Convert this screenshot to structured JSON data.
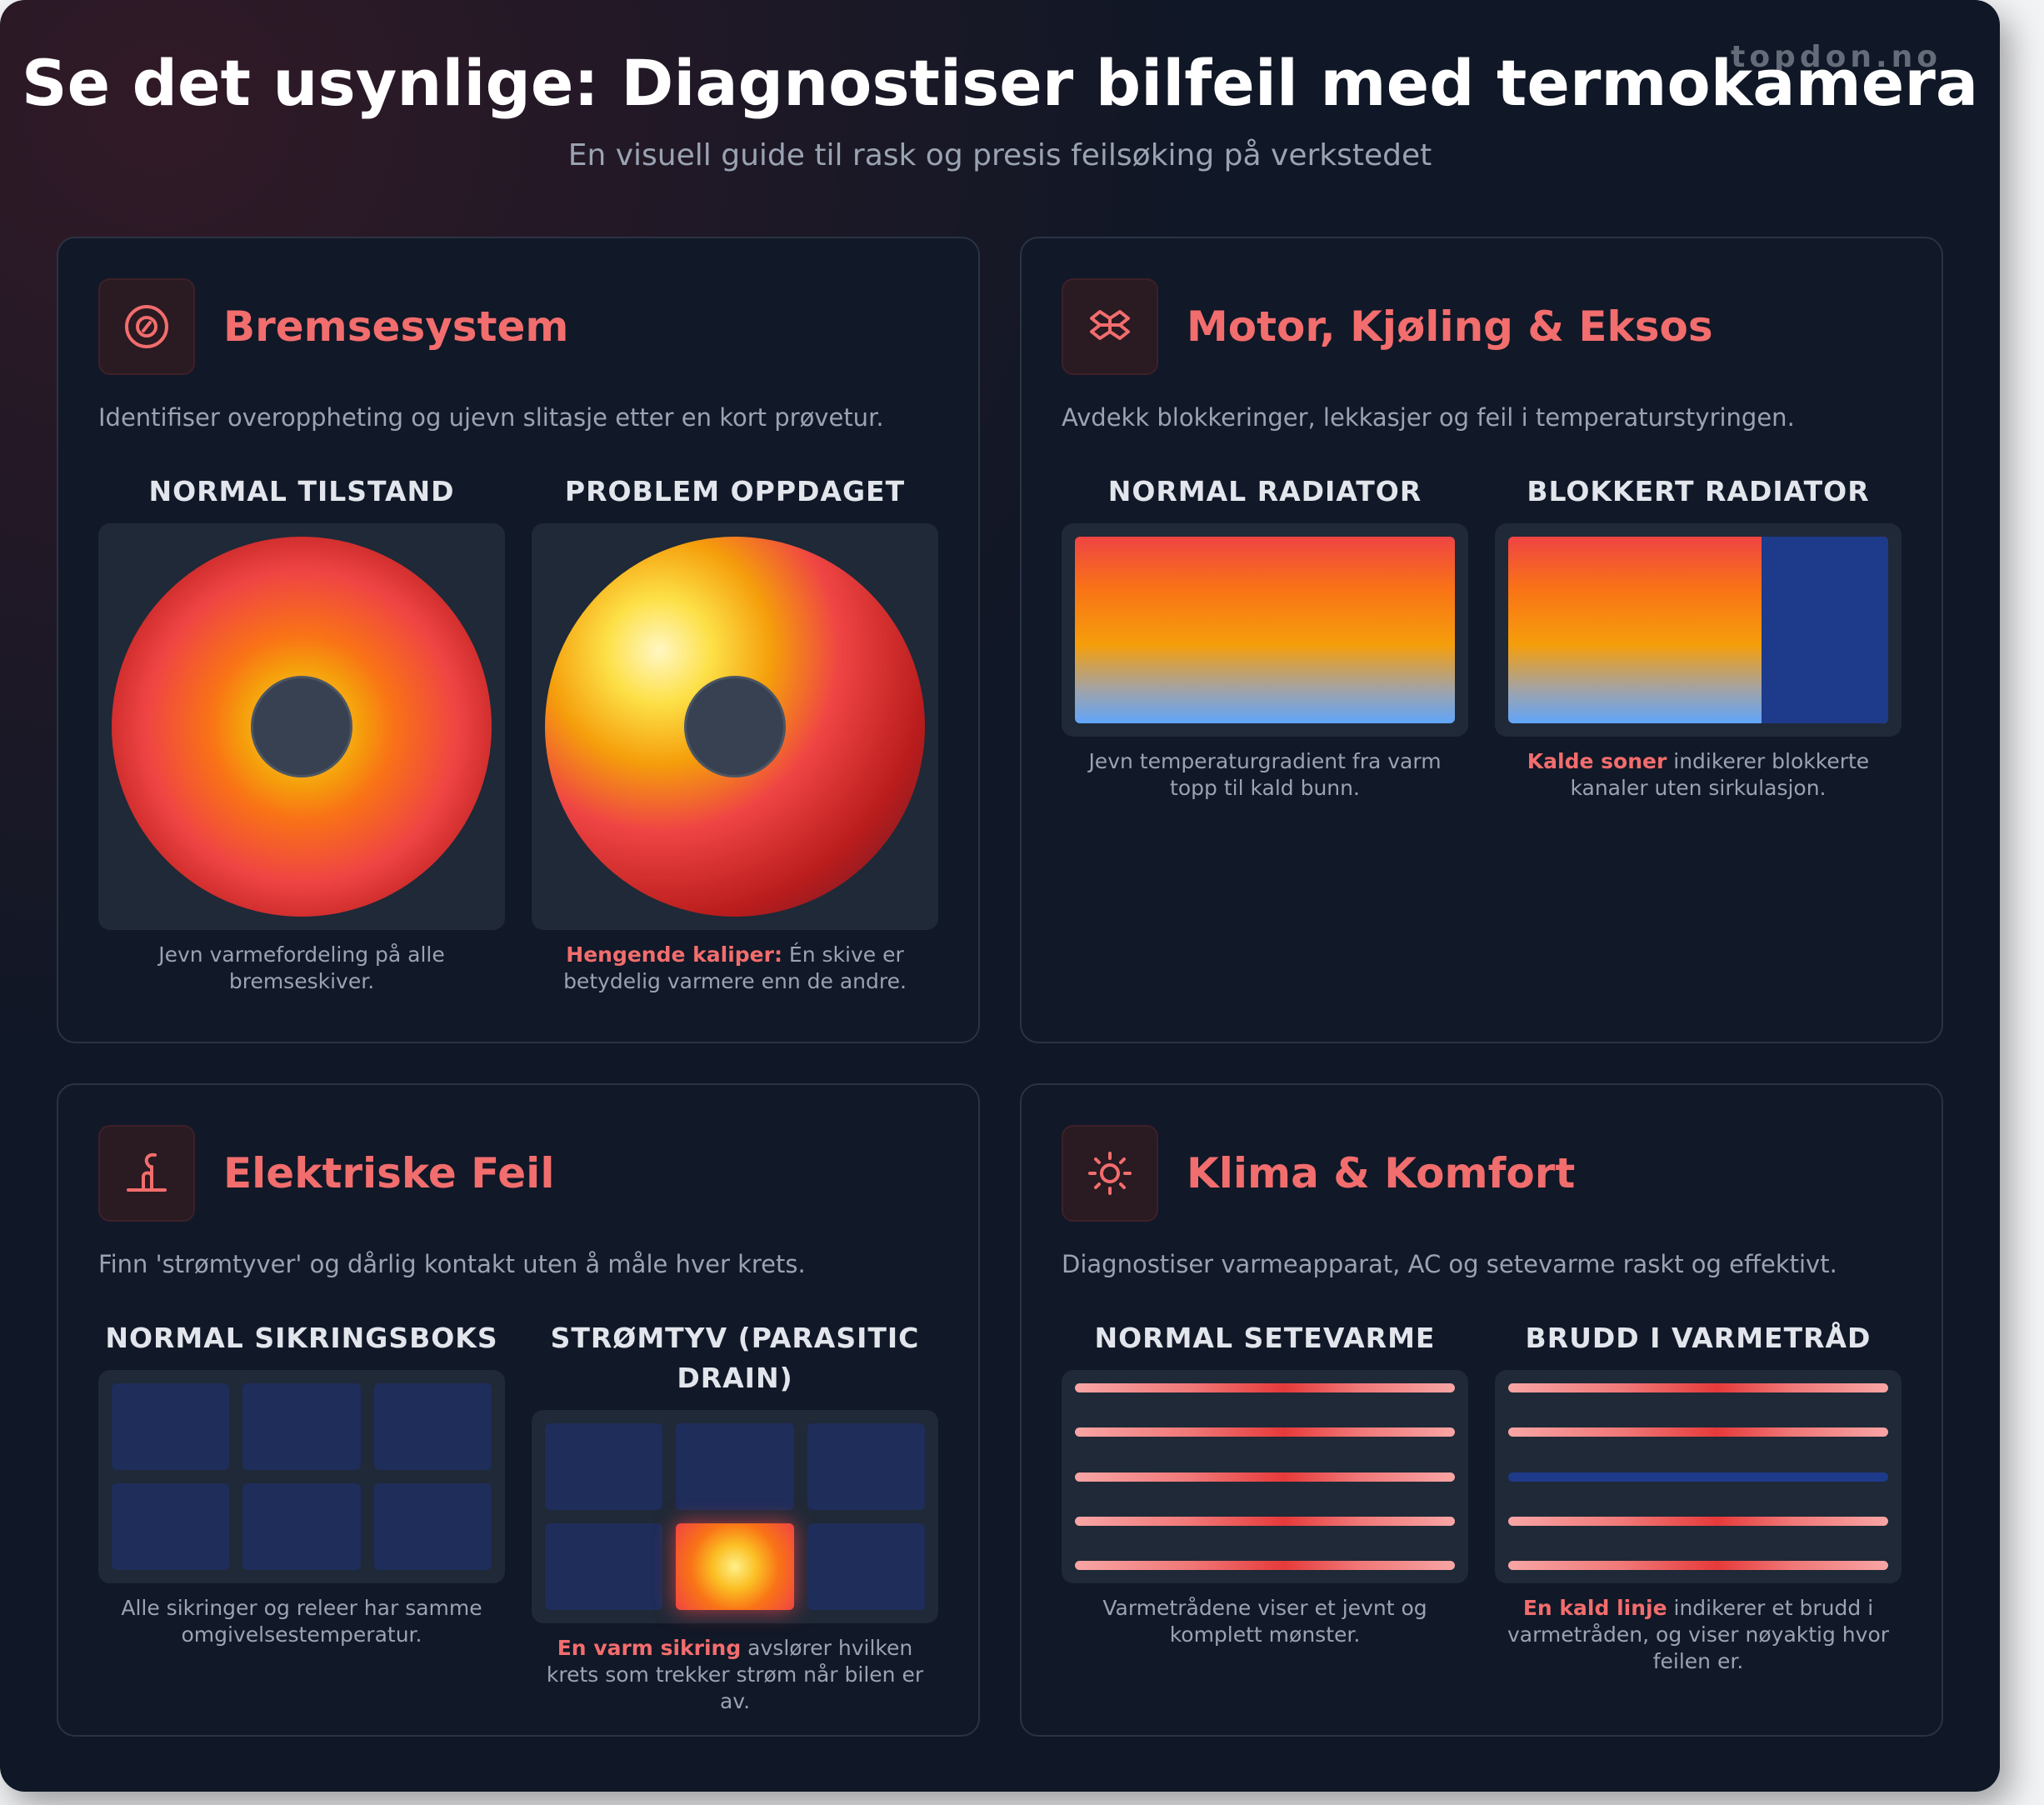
{
  "header": {
    "title": "Se det usynlige: Diagnostiser bilfeil med termokamera",
    "subtitle": "En visuell guide til rask og presis feilsøking på verkstedet",
    "watermark": "topdon.no"
  },
  "colors": {
    "accent": "#f26d6d",
    "background": "#101726",
    "panel": "#1f2937",
    "cold": "#1e3a8a"
  },
  "cards": {
    "brakes": {
      "icon": "brake-disc-icon",
      "title": "Bremsesystem",
      "description": "Identifiser overoppheting og ujevn slitasje etter en kort prøvetur.",
      "normal": {
        "label": "NORMAL TILSTAND",
        "caption": "Jevn varmefordeling på alle bremseskiver."
      },
      "problem": {
        "label": "PROBLEM OPPDAGET",
        "caption_highlight": "Hengende kaliper:",
        "caption_rest": " Én skive er betydelig varmere enn de andre."
      }
    },
    "engine": {
      "icon": "engine-icon",
      "title": "Motor, Kjøling & Eksos",
      "description": "Avdekk blokkeringer, lekkasjer og feil i temperaturstyringen.",
      "normal": {
        "label": "NORMAL RADIATOR",
        "caption": "Jevn temperaturgradient fra varm topp til kald bunn."
      },
      "problem": {
        "label": "BLOKKERT RADIATOR",
        "caption_highlight": "Kalde soner",
        "caption_rest": " indikerer blokkerte kanaler uten sirkulasjon."
      }
    },
    "electrical": {
      "icon": "plug-icon",
      "title": "Elektriske Feil",
      "description": "Finn 'strømtyver' og dårlig kontakt uten å måle hver krets.",
      "normal": {
        "label": "NORMAL SIKRINGSBOKS",
        "caption": "Alle sikringer og releer har samme omgivelsestemperatur."
      },
      "problem": {
        "label": "STRØMTYV (PARASITIC DRAIN)",
        "caption_highlight": "En varm sikring",
        "caption_rest": " avslører hvilken krets som trekker strøm når bilen er av."
      }
    },
    "climate": {
      "icon": "sun-icon",
      "title": "Klima & Komfort",
      "description": "Diagnostiser varmeapparat, AC og setevarme raskt og effektivt.",
      "normal": {
        "label": "NORMAL SETEVARME",
        "caption": "Varmetrådene viser et jevnt og komplett mønster."
      },
      "problem": {
        "label": "BRUDD I VARMETRÅD",
        "caption_highlight": "En kald linje",
        "caption_rest": " indikerer et brudd i varmetråden, og viser nøyaktig hvor feilen er."
      }
    }
  }
}
